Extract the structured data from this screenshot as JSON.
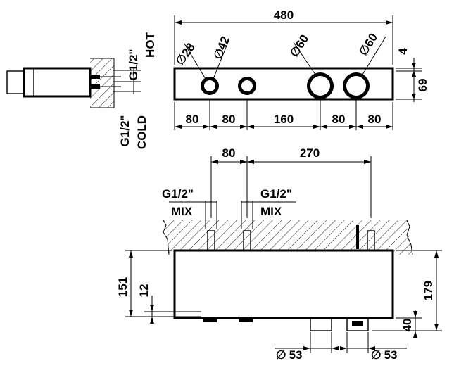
{
  "top_view": {
    "width_dim": "480",
    "height_dim": "69",
    "offset_dim": "4",
    "spacings": [
      "80",
      "80",
      "160",
      "80",
      "80"
    ],
    "diameters": [
      "28",
      "42",
      "60",
      "60"
    ],
    "diameter_symbol": "∅"
  },
  "side_view": {
    "hot_thread": "G1/2\"",
    "hot_label": "HOT",
    "cold_thread": "G1/2\"",
    "cold_label": "COLD"
  },
  "front_view": {
    "spacing_a": "80",
    "spacing_b": "270",
    "left_thread": "G1/2\"",
    "left_label": "MIX",
    "right_thread": "G1/2\"",
    "right_label": "MIX",
    "height_left": "151",
    "height_inner": "12",
    "height_right": "179",
    "bottom_offset": "40",
    "pipe_diameter_left": "53",
    "pipe_diameter_right": "53",
    "diameter_symbol": "∅"
  }
}
